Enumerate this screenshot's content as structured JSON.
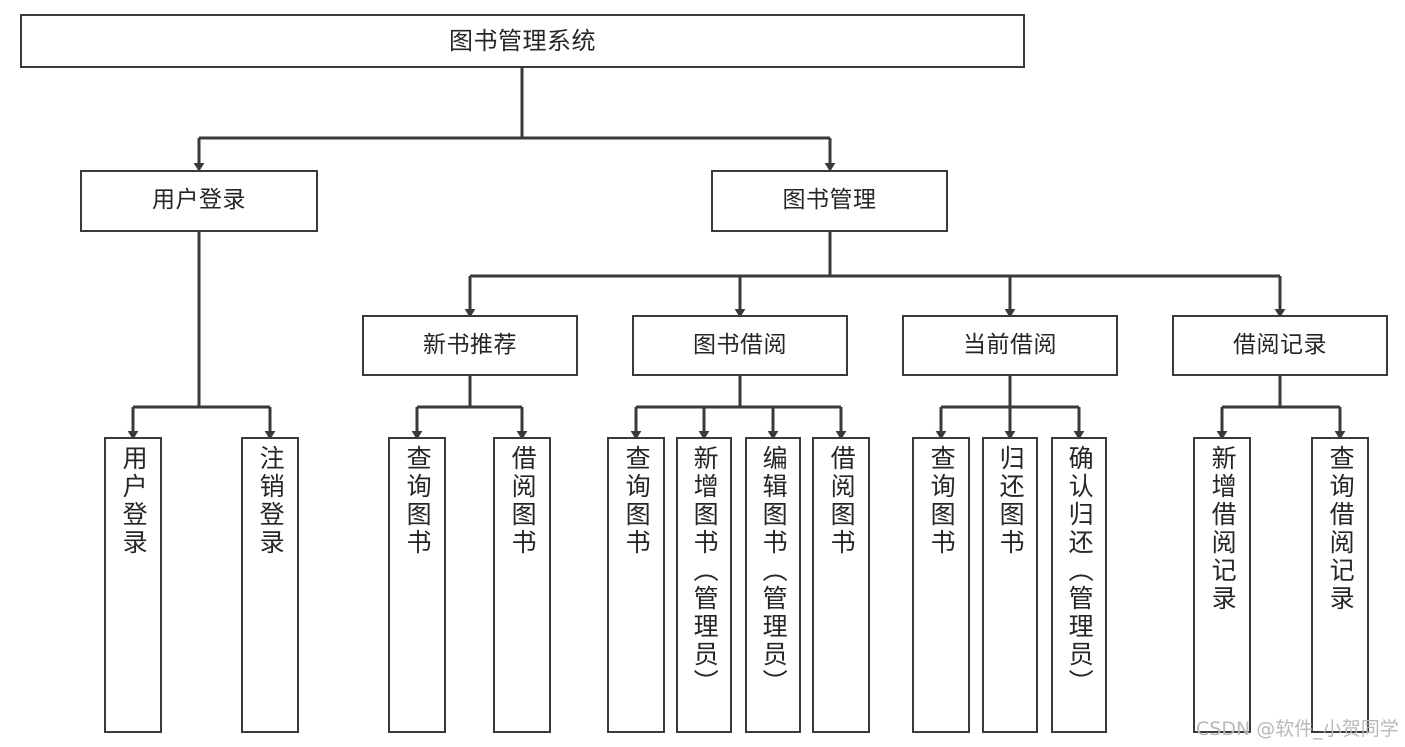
{
  "diagram": {
    "title": "图书管理系统",
    "type": "tree-structure-chart",
    "colors": {
      "stroke": "#3a3a3a",
      "fill": "#ffffff",
      "text": "#262626",
      "watermark": "#b9b9b9"
    },
    "root": {
      "label": "图书管理系统"
    },
    "level2": [
      {
        "label": "用户登录"
      },
      {
        "label": "图书管理"
      }
    ],
    "level3": [
      {
        "label": "新书推荐"
      },
      {
        "label": "图书借阅"
      },
      {
        "label": "当前借阅"
      },
      {
        "label": "借阅记录"
      }
    ],
    "leaves": {
      "user_login": [
        {
          "label": "用户登录"
        },
        {
          "label": "注销登录"
        }
      ],
      "new_book": [
        {
          "label": "查询图书"
        },
        {
          "label": "借阅图书"
        }
      ],
      "book_borrow": [
        {
          "label": "查询图书"
        },
        {
          "label": "新增图书（管理员）"
        },
        {
          "label": "编辑图书（管理员）"
        },
        {
          "label": "借阅图书"
        }
      ],
      "current_borrow": [
        {
          "label": "查询图书"
        },
        {
          "label": "归还图书"
        },
        {
          "label": "确认归还（管理员）"
        }
      ],
      "borrow_record": [
        {
          "label": "新增借阅记录"
        },
        {
          "label": "查询借阅记录"
        }
      ]
    }
  },
  "watermark": {
    "text": "CSDN @软件_小贺同学"
  }
}
